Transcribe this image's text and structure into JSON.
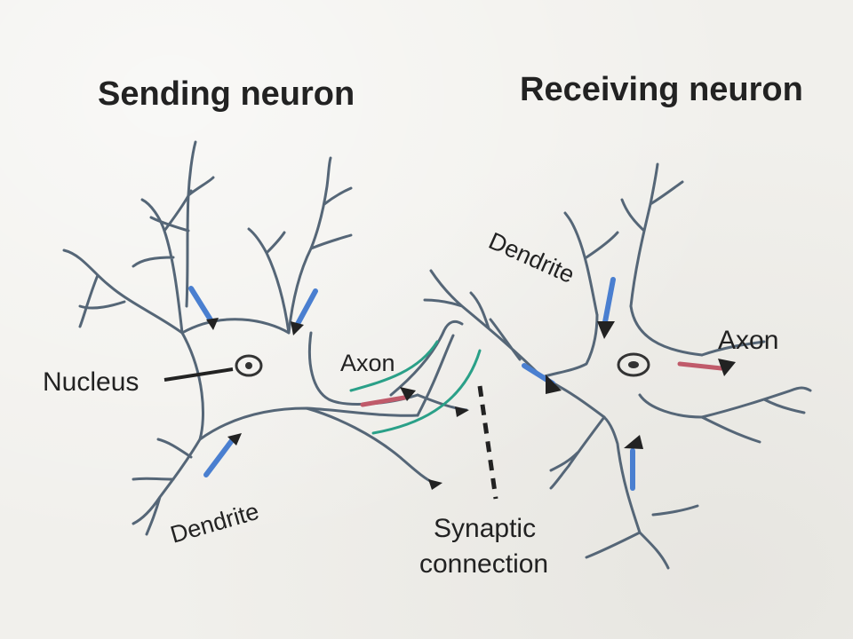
{
  "titles": {
    "sending": "Sending neuron",
    "receiving": "Receiving neuron"
  },
  "labels": {
    "nucleus": "Nucleus",
    "sending_axon": "Axon",
    "sending_dendrite": "Dendrite",
    "receiving_dendrite": "Dendrite",
    "receiving_axon": "Axon",
    "synaptic_line1": "Synaptic",
    "synaptic_line2": "connection"
  },
  "colors": {
    "signal_arrow": "#4a7fd0",
    "axon_marker": "#c05a6a",
    "synapse_outline": "#2aa088",
    "neuron_outline": "#556677"
  }
}
